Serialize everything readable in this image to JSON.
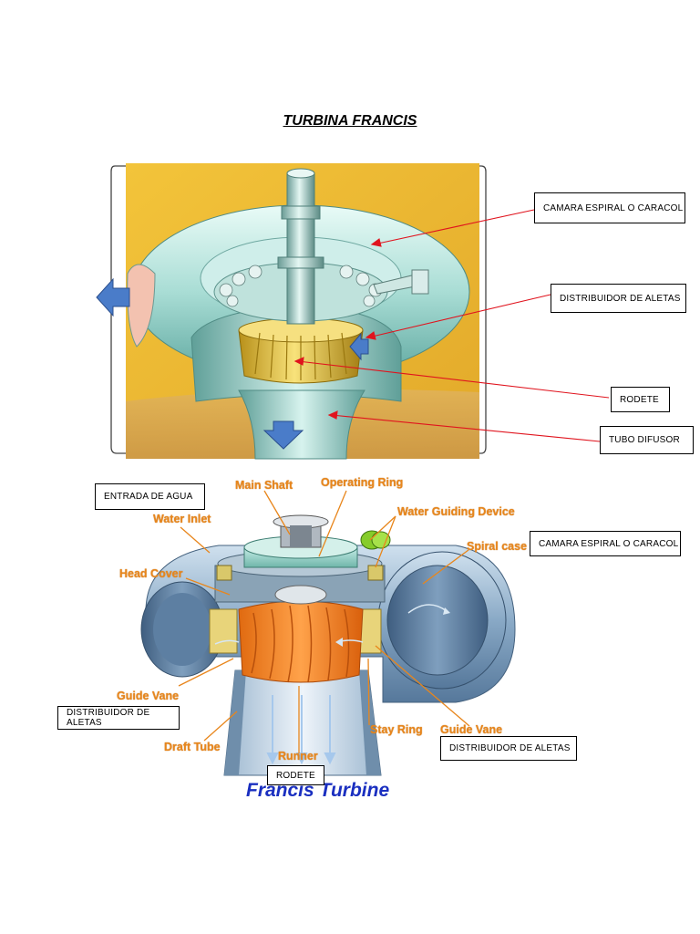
{
  "title": "TURBINA FRANCIS",
  "top_callouts": {
    "camara": "CAMARA ESPIRAL O CARACOL",
    "distribuidor": "DISTRIBUIDOR DE ALETAS",
    "rodete": "RODETE",
    "tubo": "TUBO DIFUSOR"
  },
  "bottom_callouts": {
    "entrada": "ENTRADA DE AGUA",
    "camara": "CAMARA ESPIRAL O CARACOL",
    "distribuidor_left": "DISTRIBUIDOR DE ALETAS",
    "distribuidor_right": "DISTRIBUIDOR DE ALETAS",
    "rodete": "RODETE"
  },
  "figure_labels": {
    "main_shaft": "Main Shaft",
    "operating_ring": "Operating Ring",
    "water_guiding_device": "Water Guiding Device",
    "water_inlet": "Water Inlet",
    "spiral_case": "Spiral case",
    "head_cover": "Head Cover",
    "guide_vane_left": "Guide Vane",
    "guide_vane_right": "Guide Vane",
    "stay_ring": "Stay Ring",
    "draft_tube": "Draft Tube",
    "runner": "Runner",
    "figure_title": "Francis Turbine"
  },
  "colors": {
    "callout_line": "#e0141e",
    "label_orange": "#e8861c",
    "title_blue": "#1a2fc0",
    "flow_arrow": "#4a7cc9"
  }
}
